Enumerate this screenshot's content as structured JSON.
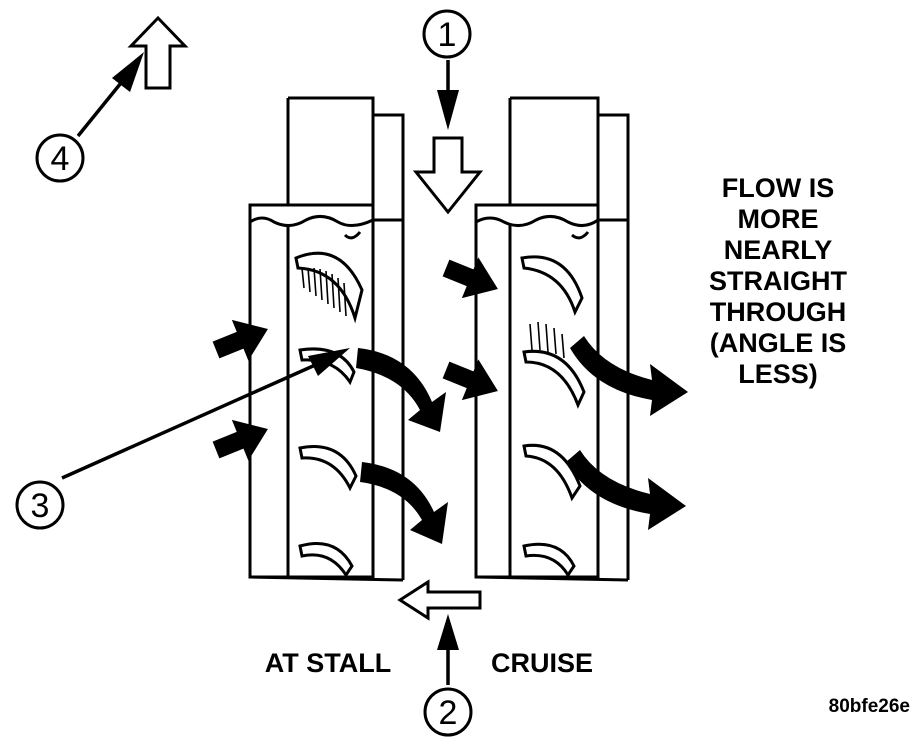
{
  "callouts": [
    "1",
    "2",
    "3",
    "4"
  ],
  "labels": {
    "flow_note_lines": [
      "FLOW IS",
      "MORE",
      "NEARLY",
      "STRAIGHT",
      "THROUGH",
      "(ANGLE IS",
      "LESS)"
    ],
    "at_stall": "AT STALL",
    "cruise": "CRUISE",
    "figure_code": "80bfe26e"
  },
  "colors": {
    "ink": "#000000",
    "paper": "#ffffff"
  }
}
